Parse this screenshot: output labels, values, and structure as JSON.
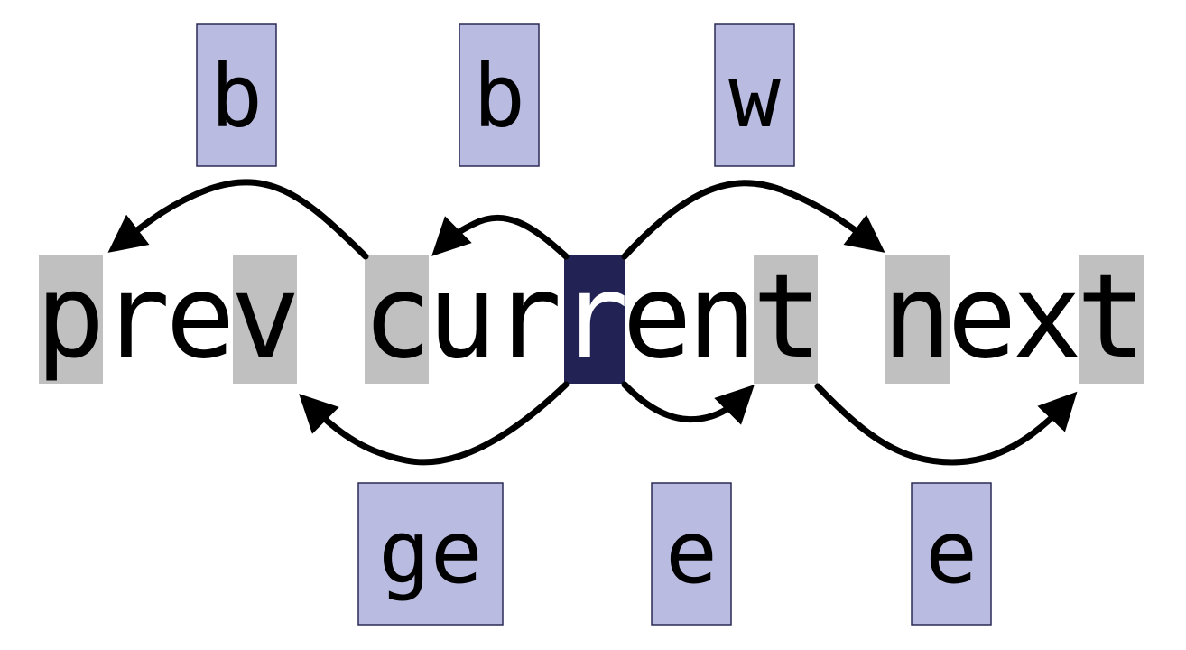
{
  "words": [
    {
      "id": "prev",
      "chars": [
        "p",
        "r",
        "e",
        "v"
      ]
    },
    {
      "id": "current",
      "chars": [
        "c",
        "u",
        "r",
        "r",
        "e",
        "n",
        "t"
      ]
    },
    {
      "id": "next",
      "chars": [
        "n",
        "e",
        "x",
        "t"
      ]
    }
  ],
  "cursor": {
    "word": "current",
    "char_index": 3
  },
  "motion_targets": [
    "prev.0",
    "prev.3",
    "current.0",
    "current.6",
    "next.0",
    "next.3"
  ],
  "keys_above": [
    {
      "key": "b",
      "from": "current.0",
      "to": "prev.0"
    },
    {
      "key": "b",
      "from": "cursor",
      "to": "current.0"
    },
    {
      "key": "w",
      "from": "cursor",
      "to": "next.0"
    }
  ],
  "keys_below": [
    {
      "key": "ge",
      "from": "cursor",
      "to": "prev.3"
    },
    {
      "key": "e",
      "from": "cursor",
      "to": "current.6"
    },
    {
      "key": "e",
      "from": "current.6",
      "to": "next.3"
    }
  ],
  "colors": {
    "key_box": "#babbe0",
    "target_highlight": "#c0c0c0",
    "cursor_box": "#222255",
    "arrow": "#000000"
  }
}
